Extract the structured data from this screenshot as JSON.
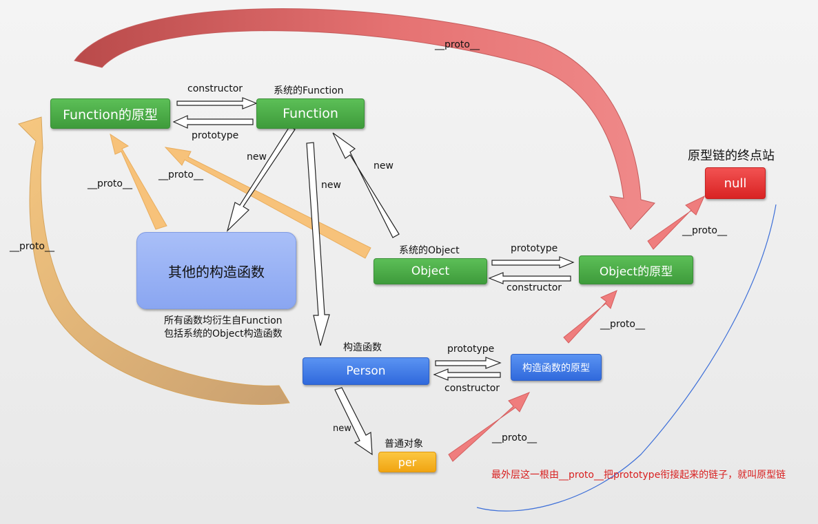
{
  "boxes": {
    "function_proto": "Function的原型",
    "function": "Function",
    "other_ctors": "其他的构造函数",
    "object": "Object",
    "object_proto": "Object的原型",
    "null": "null",
    "person": "Person",
    "ctor_proto": "构造函数的原型",
    "per": "per"
  },
  "captions": {
    "system_function": "系统的Function",
    "system_object": "系统的Object",
    "chain_end": "原型链的终点站",
    "constructor_fn": "构造函数",
    "plain_object": "普通对象",
    "note_line1": "所有函数均衍生自Function",
    "note_line2": "包括系统的Object构造函数",
    "bottom_note": "最外层这一根由__proto__把prototype衔接起来的链子，就叫原型链"
  },
  "edge_labels": {
    "constructor_top": "constructor",
    "prototype_top": "prototype",
    "new_left": "new",
    "new_mid": "new",
    "new_right": "new",
    "new_bottom": "new",
    "prototype_obj": "prototype",
    "constructor_obj": "constructor",
    "prototype_person": "prototype",
    "constructor_person": "constructor",
    "proto_top": "__proto__",
    "proto_left": "__proto__",
    "proto_fnproto_a": "__proto__",
    "proto_fnproto_b": "__proto__",
    "proto_null": "__proto__",
    "proto_ctorproto": "__proto__",
    "proto_per": "__proto__"
  },
  "colors": {
    "green": "#4caf50",
    "blue": "#3a78e8",
    "red": "#e53030",
    "orange": "#f6b12a",
    "lavender": "#97b0f5",
    "red_arrow": "#ef7d7d",
    "orange_arrow": "#f7c27a",
    "chain_line": "#3d6fd8",
    "note_red": "#d81e1e"
  }
}
